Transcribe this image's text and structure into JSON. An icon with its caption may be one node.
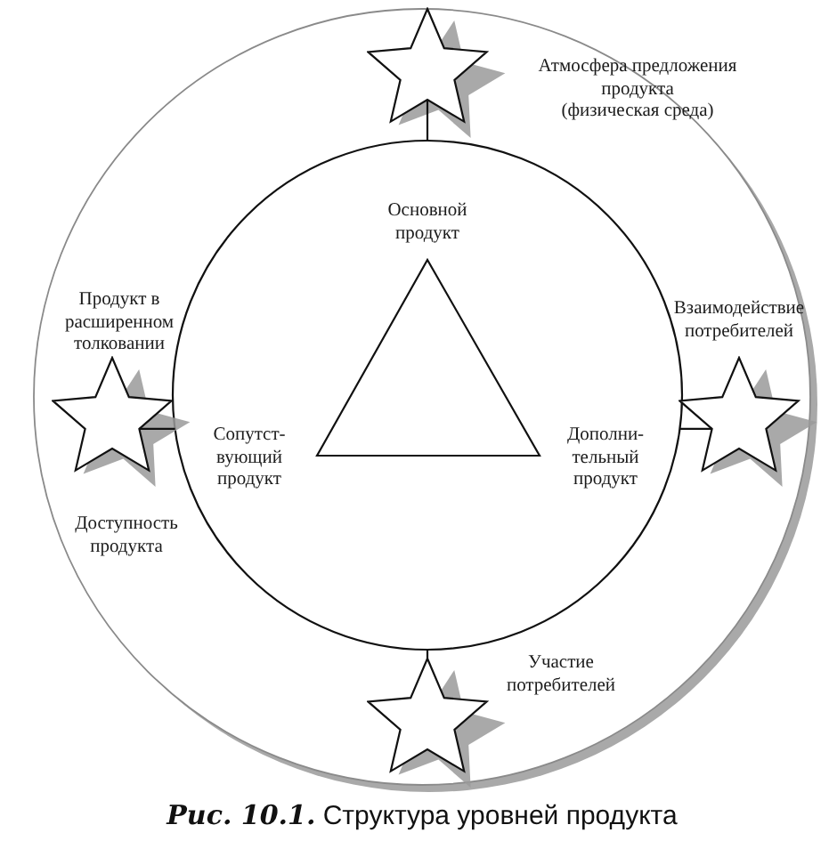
{
  "diagram": {
    "caption": "*Рис. 10.1.* Структура уровней продукта",
    "nodes": [
      {
        "text": [
          "Продукт в расширенном толковании"
        ]
      },
      {
        "text": [],
        "shape": "star",
        "in": 0,
        "beside": [
          "Атмосфера предложения продукта (физическая среда)"
        ]
      },
      {
        "text": [],
        "shape": "circle",
        "in": 0
      },
      {
        "text": [],
        "shape": "triangle",
        "in": 2,
        "beside": [
          "Основной продукт",
          "Сопутст-вующий продукт",
          "Дополни-тельный продукт"
        ]
      },
      {
        "text": [],
        "shape": "star",
        "in": 0,
        "beside": [
          "Доступность продукта"
        ]
      },
      {
        "text": [],
        "shape": "star",
        "in": 0,
        "beside": [
          "Взаимодействие потребителей"
        ]
      },
      {
        "text": [],
        "shape": "star",
        "in": 0,
        "beside": [
          "Участие потребителей"
        ]
      }
    ],
    "edges": [
      {
        "from": 1,
        "to": 2,
        "arrow": "none"
      },
      {
        "from": 4,
        "to": 2,
        "arrow": "none"
      },
      {
        "from": 5,
        "to": 2,
        "arrow": "none"
      },
      {
        "from": 6,
        "to": 2,
        "arrow": "none"
      }
    ]
  }
}
